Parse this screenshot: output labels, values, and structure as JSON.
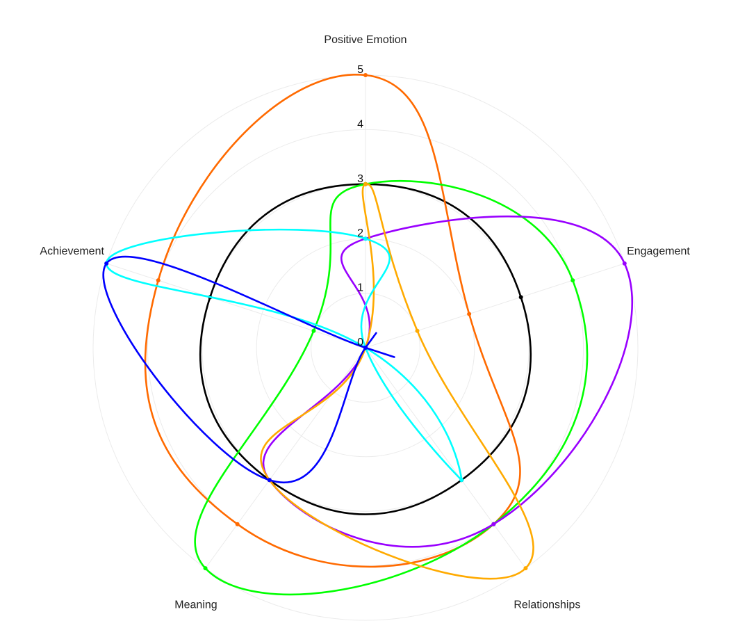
{
  "chart_data": {
    "type": "radar",
    "title": "",
    "axes": [
      "Positive Emotion",
      "Engagement",
      "Relationships",
      "Meaning",
      "Achievement"
    ],
    "r_ticks": [
      "0",
      "1",
      "2",
      "3",
      "4",
      "5"
    ],
    "r_range": [
      0,
      5
    ],
    "grid": true,
    "legend": "none",
    "series": [
      {
        "color": "#000000",
        "values": [
          3,
          3,
          3,
          3,
          3
        ]
      },
      {
        "color": "#ff6a00",
        "values": [
          5,
          2,
          4,
          4,
          4
        ]
      },
      {
        "color": "#00ff00",
        "values": [
          3,
          4,
          4,
          5,
          1
        ]
      },
      {
        "color": "#9900ff",
        "values": [
          2,
          5,
          4,
          3,
          0
        ]
      },
      {
        "color": "#ffaa00",
        "values": [
          3,
          1,
          5,
          3,
          0
        ]
      },
      {
        "color": "#00ffff",
        "values": [
          2,
          0,
          3,
          0,
          5
        ]
      },
      {
        "color": "#0000ff",
        "values": [
          0,
          0,
          0,
          3,
          5
        ]
      }
    ]
  }
}
